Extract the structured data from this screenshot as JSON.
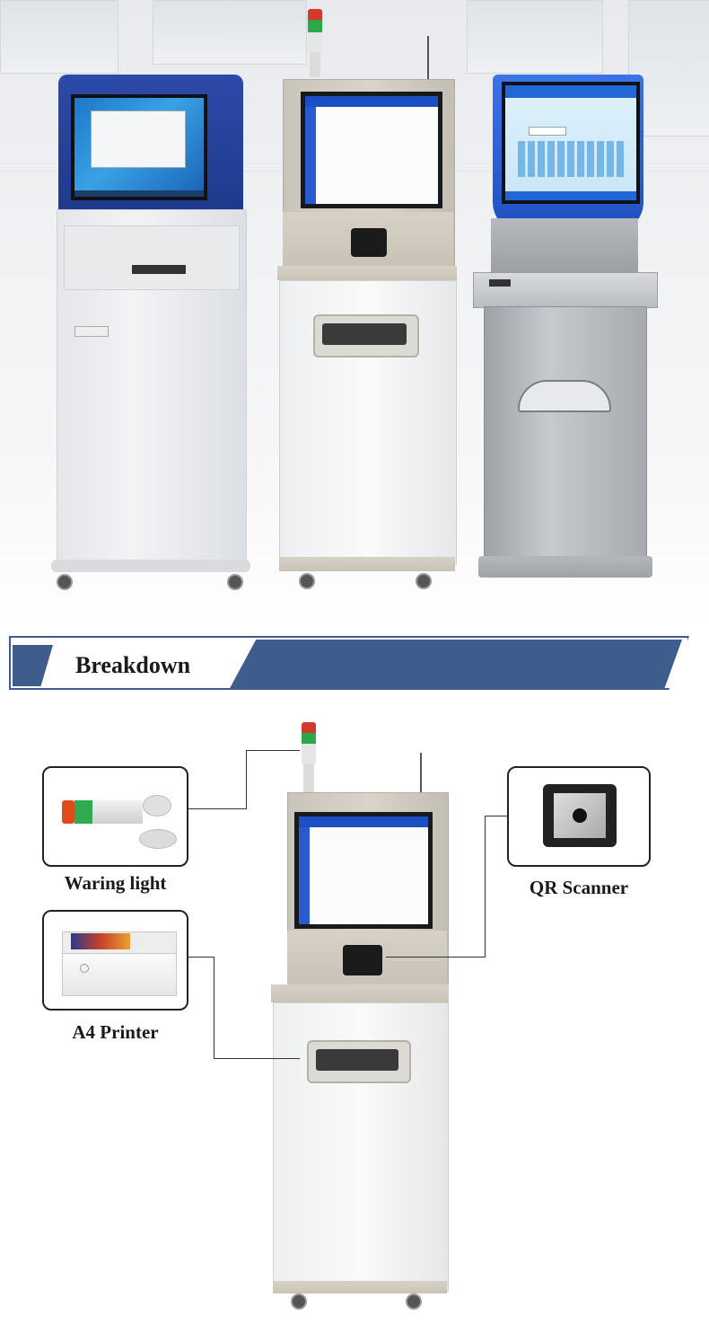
{
  "banner": {
    "title": "Breakdown"
  },
  "breakdown": {
    "components": [
      {
        "id": "warning-light",
        "label": "Waring light"
      },
      {
        "id": "a4-printer",
        "label": "A4 Printer"
      },
      {
        "id": "qr-scanner",
        "label": "QR Scanner"
      }
    ]
  },
  "colors": {
    "banner_blue": "#3e5c8c",
    "kiosk_blue": "#1f3a8c",
    "kiosk_beige": "#c9c4b9",
    "text_dark": "#1a1a1a"
  }
}
